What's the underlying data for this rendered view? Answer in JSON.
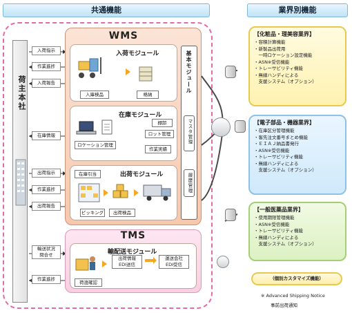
{
  "headers": {
    "common": "共通機能",
    "industry": "業界別機能"
  },
  "hq": {
    "label": "荷主本社",
    "building_icon": "office-building-icon"
  },
  "left_arrows": [
    "入荷指示",
    "作業進捗",
    "入荷報告",
    "在庫情報",
    "出荷指示",
    "作業進捗",
    "出荷報告",
    "輸送状況\n問合せ",
    "作業進捗"
  ],
  "wms": {
    "title": "WMS",
    "inbound": {
      "title": "入荷モジュール",
      "labels": [
        "入庫検品",
        "格納"
      ]
    },
    "inventory": {
      "title": "在庫モジュール",
      "labels": [
        "棚卸",
        "ロット管理",
        "ロケーション管理",
        "作業実績"
      ]
    },
    "outbound": {
      "title": "出荷モジュール",
      "labels": [
        "在庫引当",
        "ピッキング",
        "出荷検品"
      ]
    },
    "basic": {
      "title": "基本モジュール",
      "items": [
        "マスタ管理",
        "履歴管理"
      ]
    }
  },
  "tms": {
    "title": "TMS",
    "module": {
      "title": "輸配送モジュール",
      "labels": [
        "出荷情報\nEDI送信",
        "運送会社\nEDI受信",
        "荷渡確認"
      ]
    }
  },
  "cards": [
    {
      "title": "【化粧品・理美容業界】",
      "lines": [
        "・容積計算機能",
        "・新製品出荷用",
        "　一時ロケーション設定機能",
        "・ASN※受信機能",
        "・トレーサビリティ機能",
        "・無線ハンディによる",
        "　支援システム（オプション）"
      ]
    },
    {
      "title": "【電子部品・機器業界】",
      "lines": [
        "・在庫区分管理機能",
        "・客先注文番号まとめ機能",
        "・ＥＩＡＪ納品書発行",
        "・ASN※受信機能",
        "・トレーサビリティ機能",
        "・無線ハンディによる",
        "　支援システム（オプション）"
      ]
    },
    {
      "title": "【一般医薬品業界】",
      "lines": [
        "・使用期限管理機能",
        "・ASN※受信機能",
        "・トレーサビリティ機能",
        "・無線ハンディによる",
        "　支援システム（オプション）"
      ]
    }
  ],
  "custom_pill": "（個別カスタマイズ機能）",
  "footnote": {
    "line1": "※ Advanced Shipping Notice",
    "line2": "事前出荷通知"
  },
  "colors": {
    "pink_frame": "#e36aa6",
    "module_bg": "#f6c8ad",
    "tms_bg": "#f9cfe1",
    "arrow": "#f5a623"
  }
}
